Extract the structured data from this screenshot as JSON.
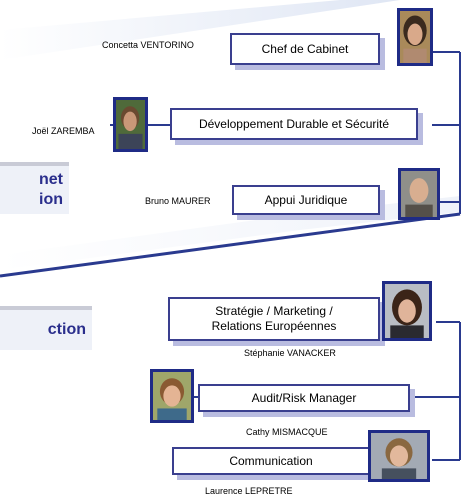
{
  "chart": {
    "nodes": {
      "chef": "Chef de Cabinet",
      "dev": "Développement Durable et Sécurité",
      "appui": "Appui Juridique",
      "strat_line1": "Stratégie / Marketing /",
      "strat_line2": "Relations Européennes",
      "audit": "Audit/Risk Manager",
      "comm": "Communication"
    },
    "people": {
      "chef": "Concetta VENTORINO",
      "dev": "Joël ZAREMBA",
      "appui": "Bruno MAURER",
      "strat": "Stéphanie VANACKER",
      "audit": "Cathy MISMACQUE",
      "comm": "Laurence LEPRETRE"
    },
    "left_blocks": {
      "top_line1": "net",
      "top_line2": "ion",
      "bottom": "ction"
    },
    "colors": {
      "line": "#2a3a8f",
      "box_border": "#3a3f8f",
      "block_bg": "#eef1f8",
      "block_text": "#2a2e8c",
      "photo_border": "#1f2b86"
    }
  }
}
